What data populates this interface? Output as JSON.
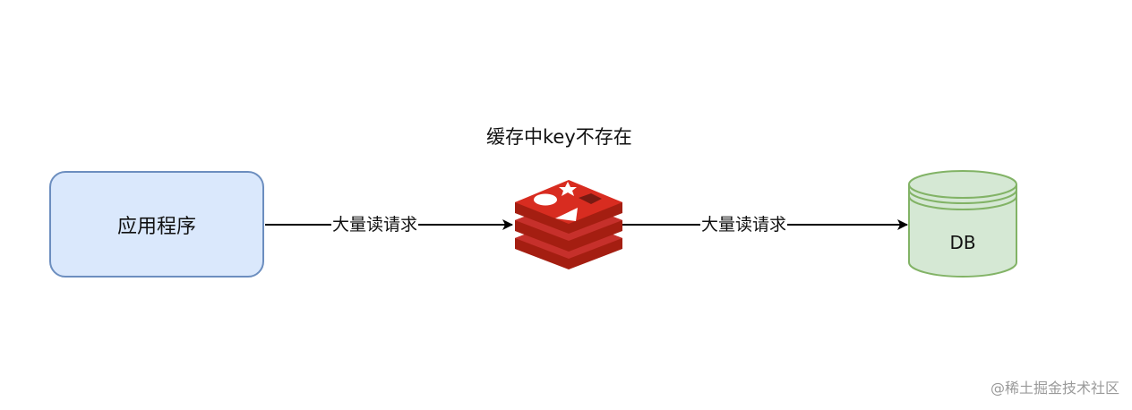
{
  "nodes": {
    "application": {
      "label": "应用程序"
    },
    "cache": {
      "caption": "缓存中key不存在",
      "icon": "redis-icon"
    },
    "database": {
      "label": "DB"
    }
  },
  "edges": [
    {
      "label": "大量读请求"
    },
    {
      "label": "大量读请求"
    }
  ],
  "watermark": "@稀土掘金技术社区",
  "colors": {
    "app_fill": "#dae8fc",
    "app_stroke": "#6c8ebf",
    "db_fill": "#d5e8d4",
    "db_stroke": "#82b366",
    "redis_red": "#c6302b",
    "redis_dark": "#a41e11"
  }
}
